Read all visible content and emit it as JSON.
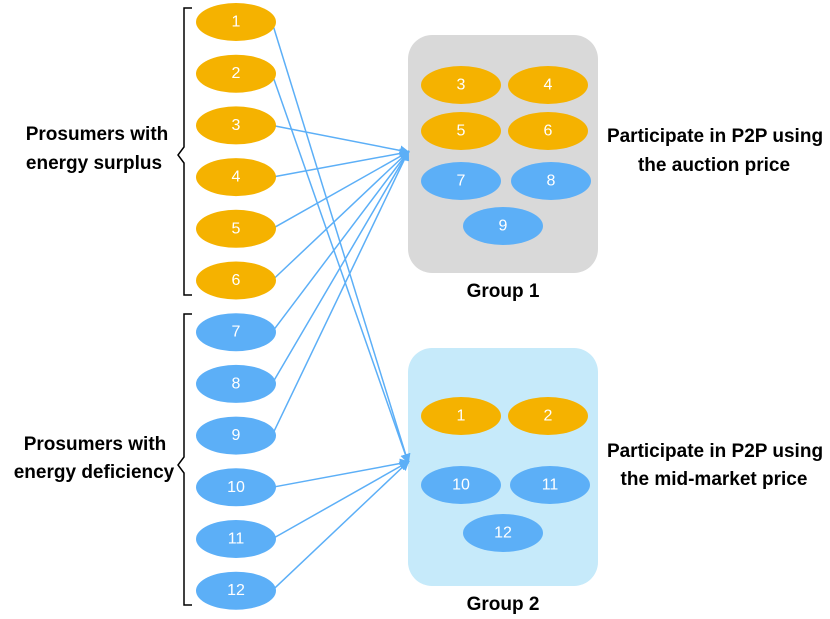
{
  "colors": {
    "surplus": "#F5B200",
    "deficiency": "#5CAFF7",
    "arrow": "#5CAFF7",
    "group1_bg": "#D9D9D9",
    "group2_bg": "#C6EAFA"
  },
  "left": {
    "surplus_label_line1": "Prosumers with",
    "surplus_label_line2": "energy surplus",
    "deficiency_label_line1": "Prosumers with",
    "deficiency_label_line2": "energy deficiency",
    "nodes": [
      {
        "label": "1",
        "type": "surplus",
        "target": "group2"
      },
      {
        "label": "2",
        "type": "surplus",
        "target": "group2"
      },
      {
        "label": "3",
        "type": "surplus",
        "target": "group1"
      },
      {
        "label": "4",
        "type": "surplus",
        "target": "group1"
      },
      {
        "label": "5",
        "type": "surplus",
        "target": "group1"
      },
      {
        "label": "6",
        "type": "surplus",
        "target": "group1"
      },
      {
        "label": "7",
        "type": "deficiency",
        "target": "group1"
      },
      {
        "label": "8",
        "type": "deficiency",
        "target": "group1"
      },
      {
        "label": "9",
        "type": "deficiency",
        "target": "group1"
      },
      {
        "label": "10",
        "type": "deficiency",
        "target": "group2"
      },
      {
        "label": "11",
        "type": "deficiency",
        "target": "group2"
      },
      {
        "label": "12",
        "type": "deficiency",
        "target": "group2"
      }
    ]
  },
  "group1": {
    "caption": "Group 1",
    "description_line1": "Participate in P2P using",
    "description_line2": "the auction price",
    "members": [
      {
        "label": "3",
        "type": "surplus"
      },
      {
        "label": "4",
        "type": "surplus"
      },
      {
        "label": "5",
        "type": "surplus"
      },
      {
        "label": "6",
        "type": "surplus"
      },
      {
        "label": "7",
        "type": "deficiency"
      },
      {
        "label": "8",
        "type": "deficiency"
      },
      {
        "label": "9",
        "type": "deficiency"
      }
    ]
  },
  "group2": {
    "caption": "Group 2",
    "description_line1": "Participate in P2P using",
    "description_line2": "the mid-market price",
    "members": [
      {
        "label": "1",
        "type": "surplus"
      },
      {
        "label": "2",
        "type": "surplus"
      },
      {
        "label": "10",
        "type": "deficiency"
      },
      {
        "label": "11",
        "type": "deficiency"
      },
      {
        "label": "12",
        "type": "deficiency"
      }
    ]
  }
}
